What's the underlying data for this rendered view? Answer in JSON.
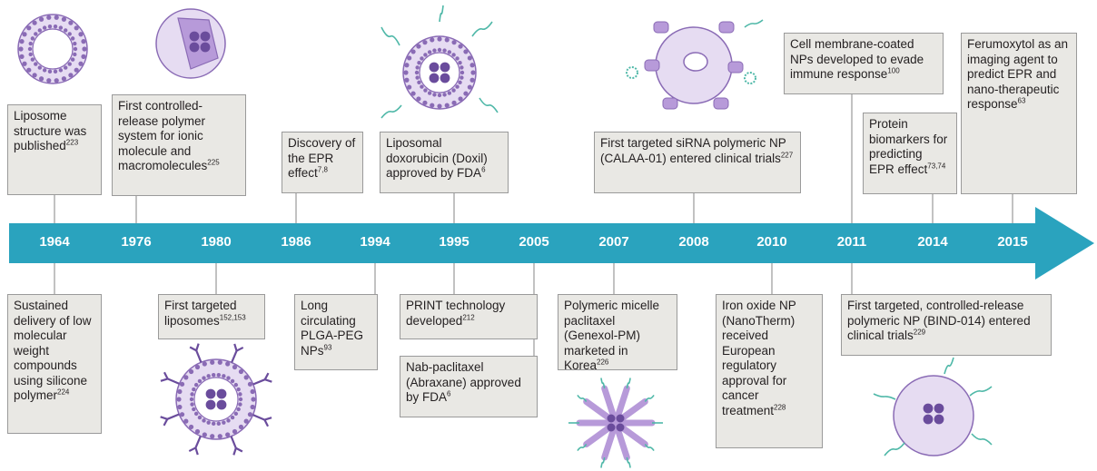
{
  "colors": {
    "arrow": "#2aa3be",
    "box_fill": "#e9e8e4",
    "box_border": "#9a9a9a",
    "particle_fill": "#e6dcf2",
    "particle_stroke": "#8a6bb5",
    "particle_dark": "#6a4c9c",
    "strand": "#4fb8a8"
  },
  "timeline": {
    "years": [
      "1964",
      "1976",
      "1980",
      "1986",
      "1994",
      "1995",
      "2005",
      "2007",
      "2008",
      "2010",
      "2011",
      "2014",
      "2015"
    ]
  },
  "events_top": [
    {
      "year": "1964",
      "text": "Liposome structure was published",
      "ref": "223"
    },
    {
      "year": "1976",
      "text": "First controlled-release polymer system for ionic molecule and macromolecules",
      "ref": "225"
    },
    {
      "year": "1986",
      "text": "Discovery of the EPR effect",
      "ref": "7,8"
    },
    {
      "year": "1995",
      "text": "Liposomal doxorubicin (Doxil) approved by FDA",
      "ref": "6"
    },
    {
      "year": "2008",
      "text": "First targeted siRNA polymeric NP (CALAA-01) entered clinical trials",
      "ref": "227"
    },
    {
      "year": "2011",
      "text": "Cell membrane-coated NPs developed to evade immune response",
      "ref": "100"
    },
    {
      "year": "2014",
      "text": "Protein biomarkers for predicting EPR effect",
      "ref": "73,74"
    },
    {
      "year": "2015",
      "text": "Ferumoxytol as an imaging agent to predict EPR and nano-therapeutic response",
      "ref": "63"
    }
  ],
  "events_bottom": [
    {
      "year": "1964",
      "text": "Sustained delivery of low molecular weight compounds using silicone polymer",
      "ref": "224"
    },
    {
      "year": "1980",
      "text": "First targeted liposomes",
      "ref": "152,153"
    },
    {
      "year": "1994",
      "text": "Long circulating PLGA-PEG NPs",
      "ref": "93"
    },
    {
      "year": "1995",
      "text": "PRINT technology developed",
      "ref": "212"
    },
    {
      "year": "2005",
      "text": "Nab-paclitaxel (Abraxane) approved by FDA",
      "ref": "6"
    },
    {
      "year": "2007",
      "text": "Polymeric micelle paclitaxel (Genexol-PM) marketed in Korea",
      "ref": "226"
    },
    {
      "year": "2010",
      "text": "Iron oxide NP (NanoTherm) received European regulatory approval for cancer treatment",
      "ref": "228"
    },
    {
      "year": "2011",
      "text": "First targeted, controlled-release polymeric NP (BIND-014) entered clinical trials",
      "ref": "229"
    }
  ]
}
